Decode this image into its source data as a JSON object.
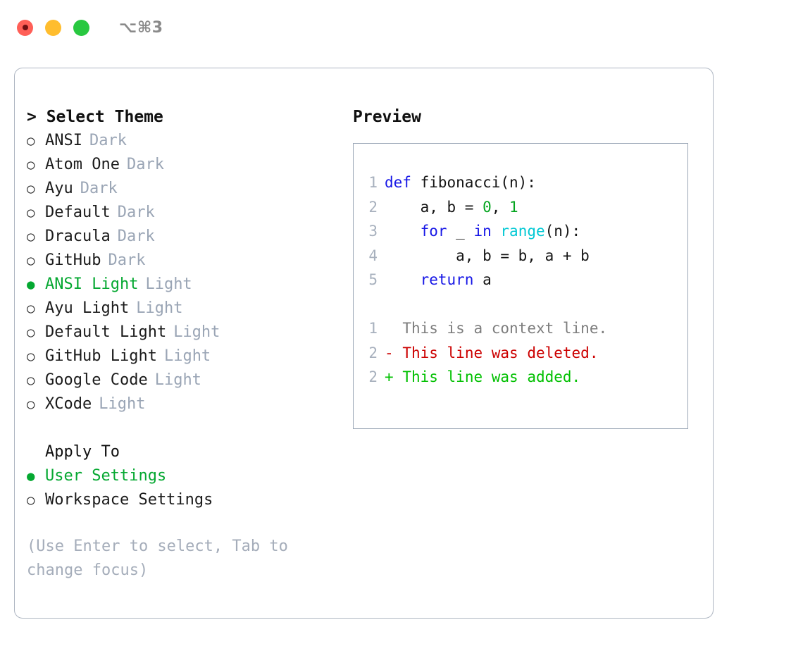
{
  "titlebar": {
    "shortcut": "⌥⌘3",
    "lights": [
      {
        "name": "close-button",
        "color": "#ff5f57"
      },
      {
        "name": "minimize-button",
        "color": "#ffbd2e"
      },
      {
        "name": "maximize-button",
        "color": "#28c840"
      }
    ]
  },
  "colors": {
    "selected_green": "#05a831",
    "muted_gray": "#9aa5b5",
    "hint_gray": "#a5adba",
    "keyword_blue": "#1616e6",
    "builtin_cyan": "#00c8d4",
    "number_green": "#05a520",
    "diff_delete_red": "#cc0000",
    "diff_add_green": "#00c000",
    "border_gray": "#9aa6b6"
  },
  "theme_list": {
    "header": "> Select Theme",
    "items": [
      {
        "label": "ANSI",
        "kind": "Dark",
        "selected": false
      },
      {
        "label": "Atom One",
        "kind": "Dark",
        "selected": false
      },
      {
        "label": "Ayu",
        "kind": "Dark",
        "selected": false
      },
      {
        "label": "Default",
        "kind": "Dark",
        "selected": false
      },
      {
        "label": "Dracula",
        "kind": "Dark",
        "selected": false
      },
      {
        "label": "GitHub",
        "kind": "Dark",
        "selected": false
      },
      {
        "label": "ANSI Light",
        "kind": "Light",
        "selected": true
      },
      {
        "label": "Ayu Light",
        "kind": "Light",
        "selected": false
      },
      {
        "label": "Default Light",
        "kind": "Light",
        "selected": false
      },
      {
        "label": "GitHub Light",
        "kind": "Light",
        "selected": false
      },
      {
        "label": "Google Code",
        "kind": "Light",
        "selected": false
      },
      {
        "label": "XCode",
        "kind": "Light",
        "selected": false
      }
    ]
  },
  "apply_to": {
    "label": "Apply To",
    "items": [
      {
        "label": "User Settings",
        "selected": true
      },
      {
        "label": "Workspace Settings",
        "selected": false
      }
    ]
  },
  "hint": "(Use Enter to select, Tab to change focus)",
  "preview": {
    "title": "Preview",
    "code_lines": [
      {
        "number": "1",
        "tokens": [
          {
            "text": "def",
            "type": "keyword"
          },
          {
            "text": " fibonacci(n):",
            "type": "plain"
          }
        ]
      },
      {
        "number": "2",
        "tokens": [
          {
            "text": "    a, b = ",
            "type": "plain"
          },
          {
            "text": "0",
            "type": "number"
          },
          {
            "text": ", ",
            "type": "plain"
          },
          {
            "text": "1",
            "type": "number"
          }
        ]
      },
      {
        "number": "3",
        "tokens": [
          {
            "text": "    ",
            "type": "plain"
          },
          {
            "text": "for",
            "type": "keyword"
          },
          {
            "text": " _ ",
            "type": "plain"
          },
          {
            "text": "in",
            "type": "keyword"
          },
          {
            "text": " ",
            "type": "plain"
          },
          {
            "text": "range",
            "type": "builtin"
          },
          {
            "text": "(n):",
            "type": "plain"
          }
        ]
      },
      {
        "number": "4",
        "tokens": [
          {
            "text": "        a, b = b, a + b",
            "type": "plain"
          }
        ]
      },
      {
        "number": "5",
        "tokens": [
          {
            "text": "    ",
            "type": "plain"
          },
          {
            "text": "return",
            "type": "keyword"
          },
          {
            "text": " a",
            "type": "plain"
          }
        ]
      }
    ],
    "diff_lines": [
      {
        "number": "1",
        "marker": " ",
        "text": "This is a context line.",
        "type": "context"
      },
      {
        "number": "2",
        "marker": "-",
        "text": "This line was deleted.",
        "type": "delete"
      },
      {
        "number": "2",
        "marker": "+",
        "text": "This line was added.",
        "type": "add"
      }
    ]
  }
}
